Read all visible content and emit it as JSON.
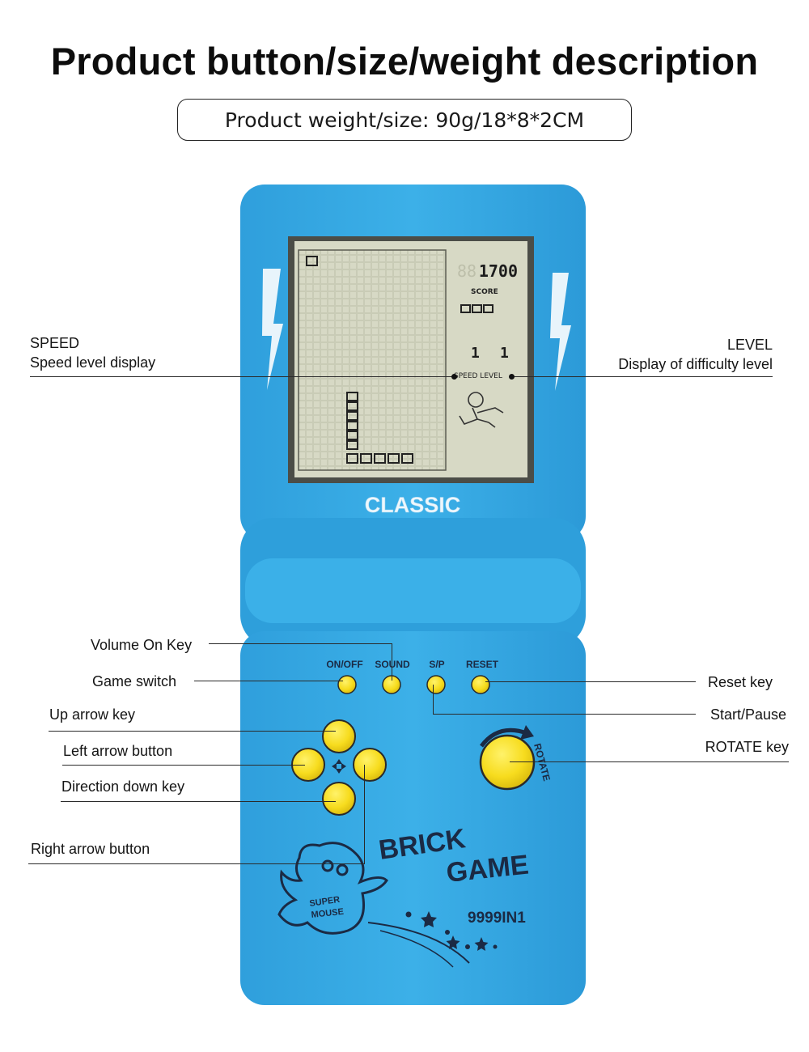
{
  "header": {
    "title": "Product button/size/weight description",
    "spec": "Product weight/size: 90g/18*8*2CM"
  },
  "device": {
    "brand": "CLASSIC",
    "screen": {
      "score_digits": "1700",
      "score_label": "SCORE",
      "speed_level_label": "SPEED LEVEL",
      "speed_value": "1",
      "level_value": "1"
    },
    "buttons": {
      "on_off": "ON/OFF",
      "sound": "SOUND",
      "sp": "S/P",
      "reset": "RESET",
      "rotate": "ROTATE"
    },
    "logo": {
      "brick": "BRICK",
      "game": "GAME",
      "super": "SUPER",
      "mouse": "MOUSE",
      "model": "9999IN1"
    },
    "colors": {
      "body": "#35a9e3",
      "body_dark": "#1f8fcd",
      "screen": "#d6d8c4",
      "button_yellow": "#f7dc1e"
    }
  },
  "callouts": {
    "speed_title": "SPEED",
    "speed_desc": "Speed level display",
    "level_title": "LEVEL",
    "level_desc": "Display of difficulty level",
    "volume": "Volume On Key",
    "game_switch": "Game switch",
    "reset_key": "Reset key",
    "start_pause": "Start/Pause",
    "up": "Up arrow key",
    "left": "Left arrow button",
    "rotate_key": "ROTATE key",
    "down": "Direction down key",
    "right": "Right arrow button"
  }
}
